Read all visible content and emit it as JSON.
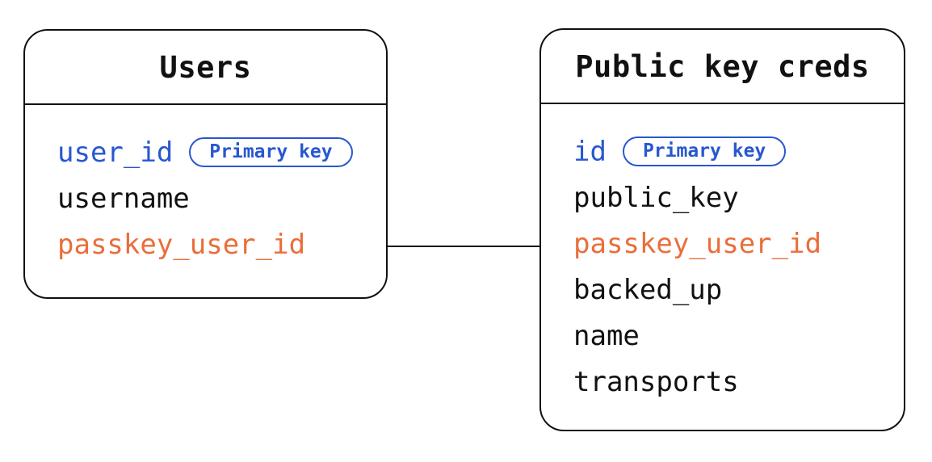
{
  "colors": {
    "primary_key_blue": "#2857d0",
    "foreign_key_orange": "#ea6e3a",
    "line_black": "#111111",
    "background": "#ffffff"
  },
  "tables": [
    {
      "title": "Users",
      "fields": [
        {
          "name": "user_id",
          "role": "primary",
          "badge": "Primary key"
        },
        {
          "name": "username",
          "role": "normal"
        },
        {
          "name": "passkey_user_id",
          "role": "foreign"
        }
      ]
    },
    {
      "title": "Public key creds",
      "fields": [
        {
          "name": "id",
          "role": "primary",
          "badge": "Primary key"
        },
        {
          "name": "public_key",
          "role": "normal"
        },
        {
          "name": "passkey_user_id",
          "role": "foreign"
        },
        {
          "name": "backed_up",
          "role": "normal"
        },
        {
          "name": "name",
          "role": "normal"
        },
        {
          "name": "transports",
          "role": "normal"
        }
      ]
    }
  ],
  "relationship": {
    "from": "Users.passkey_user_id",
    "to": "Public key creds.passkey_user_id"
  }
}
